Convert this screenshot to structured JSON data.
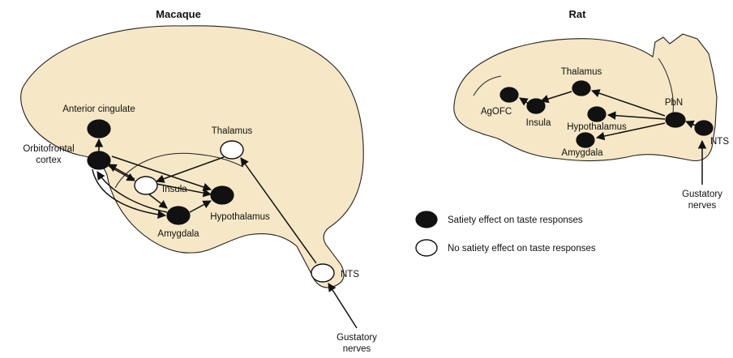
{
  "macaque": {
    "title": "Macaque",
    "labels": {
      "anterior_cingulate": "Anterior cingulate",
      "orbitofrontal_1": "Orbitofrontal",
      "orbitofrontal_2": "cortex",
      "thalamus": "Thalamus",
      "insula": "Insula",
      "hypothalamus": "Hypothalamus",
      "amygdala": "Amygdala",
      "nts": "NTS",
      "gustatory_1": "Gustatory",
      "gustatory_2": "nerves"
    }
  },
  "rat": {
    "title": "Rat",
    "labels": {
      "thalamus": "Thalamus",
      "agofc": "AgOFC",
      "insula": "Insula",
      "pbn": "PbN",
      "hypothalamus": "Hypothalamus",
      "amygdala": "Amygdala",
      "nts": "NTS",
      "gustatory_1": "Gustatory",
      "gustatory_2": "nerves"
    }
  },
  "legend": {
    "filled": "Satiety effect on taste responses",
    "empty": "No satiety effect on taste responses"
  },
  "colors": {
    "brain_fill": "#f6e8c6",
    "filled_node": "#111111",
    "empty_node": "#ffffff"
  }
}
